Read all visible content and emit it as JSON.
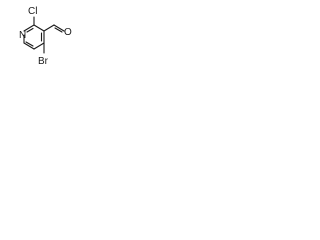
{
  "structure": {
    "atoms": {
      "chlorine": "Cl",
      "nitrogen": "N",
      "oxygen": "O",
      "bromine": "Br"
    },
    "colors": {
      "ink": "#1a1a1a",
      "background": "#ffffff"
    }
  }
}
